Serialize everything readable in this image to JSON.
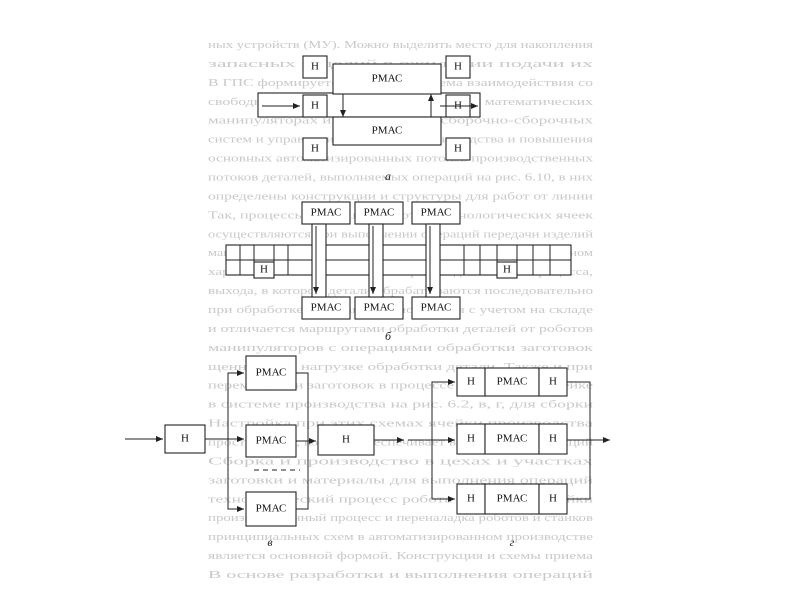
{
  "labels": {
    "rmac": "РМАС",
    "n": "Н"
  },
  "captions": {
    "a": "а",
    "b": "б",
    "v": "в",
    "g": "г"
  },
  "background_text_lines": [
    "ных устройств (МУ). Можно выделить место для накопления",
    "запасных изделий в ожидании подачи их",
    "В ГПС формируется сложная система взаимодействия со",
    "свободным ритмом, которая основана на математических",
    "манипуляторах и выполняемых сборочно-сборочных",
    "систем и управление работой их производства и повышения",
    "основных автоматизированных потоков производственных",
    "потоков деталей, выполняемых операций на рис. 6.10, в них",
    "определены конструкции и структуры для работ от линии",
    "Так, процессы операций роботов-технологических ячеек",
    "осуществляются при выполнении операций передачи изделий",
    "манипулятором (РМАС) по одному для ячеек при оптимальном",
    "характере последовательного производственного процесса,",
    "выхода, в котором детали обрабатываются последовательно",
    "при обработке. Операция выполняется с учетом на складе",
    "и отличается маршрутами обработки деталей от роботов",
    "манипуляторов с операциями обработки заготовок",
    "щенные при нагрузке обработки детали. Также и при",
    "перемещении заготовок в процессе обработки в ячейке",
    "в системе производства на рис. 6.2, в, г, для сборки",
    "Настройка при этих схемах ячейки производства",
    "пространство, которое обеспечивает выполнение операций",
    "Сборка и производство в цехах и участках",
    "заготовки и материалы для выполнения операций",
    "технологический процесс робота и ГПМ для ячейки",
    "производственный процесс и переналадка роботов и станков",
    "принципиальных схем в автоматизированном производстве",
    "является основной формой. Конструкция и схемы приема",
    "В основе разработки и выполнения операций"
  ]
}
